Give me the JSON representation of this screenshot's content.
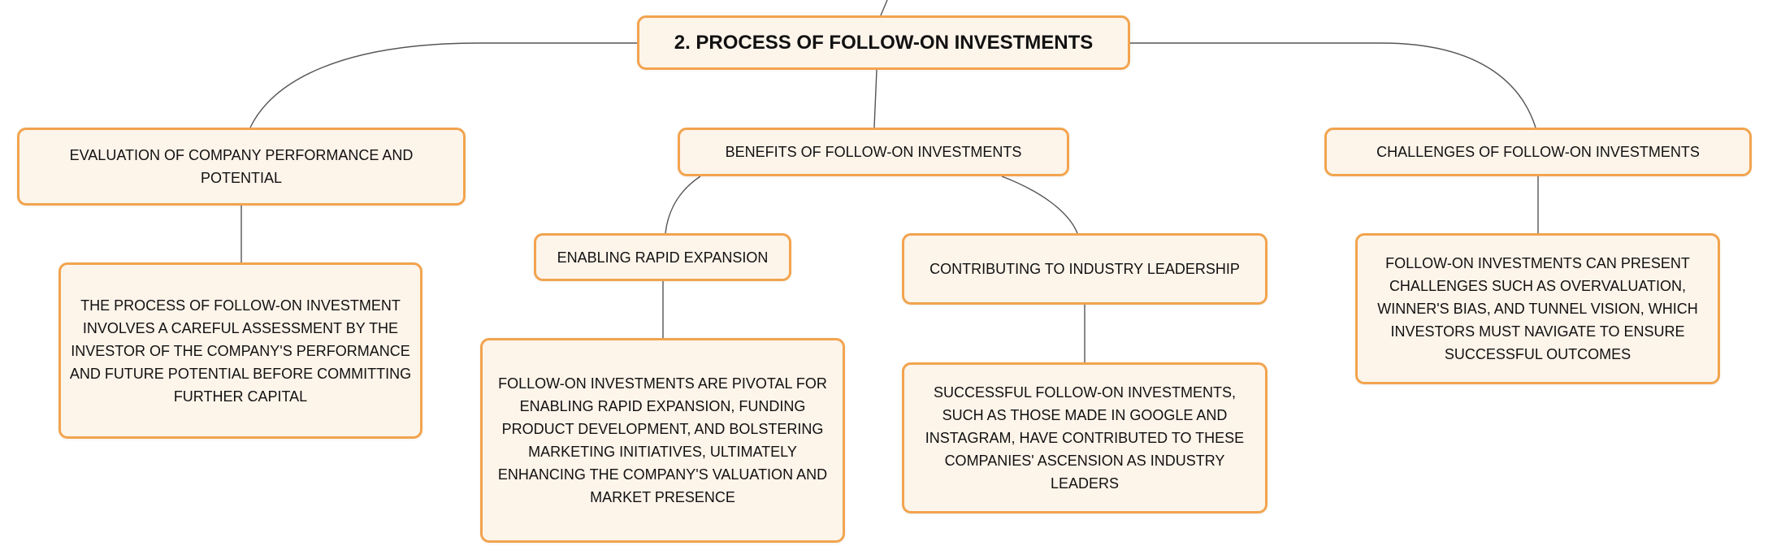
{
  "root": {
    "label": "2. PROCESS OF FOLLOW-ON INVESTMENTS"
  },
  "branches": {
    "evaluation": {
      "label": "EVALUATION OF COMPANY PERFORMANCE AND POTENTIAL",
      "detail": "THE PROCESS OF FOLLOW-ON INVESTMENT INVOLVES A CAREFUL ASSESSMENT BY THE INVESTOR OF THE COMPANY'S PERFORMANCE AND FUTURE POTENTIAL BEFORE COMMITTING FURTHER CAPITAL"
    },
    "benefits": {
      "label": "BENEFITS OF FOLLOW-ON INVESTMENTS",
      "children": [
        {
          "label": "ENABLING RAPID EXPANSION",
          "detail": "FOLLOW-ON INVESTMENTS ARE PIVOTAL FOR ENABLING RAPID EXPANSION, FUNDING PRODUCT DEVELOPMENT, AND BOLSTERING MARKETING INITIATIVES, ULTIMATELY ENHANCING THE COMPANY'S VALUATION AND MARKET PRESENCE"
        },
        {
          "label": "CONTRIBUTING TO INDUSTRY LEADERSHIP",
          "detail": "SUCCESSFUL FOLLOW-ON INVESTMENTS, SUCH AS THOSE MADE IN GOOGLE AND INSTAGRAM, HAVE CONTRIBUTED TO THESE COMPANIES' ASCENSION AS INDUSTRY LEADERS"
        }
      ]
    },
    "challenges": {
      "label": "CHALLENGES OF FOLLOW-ON INVESTMENTS",
      "detail": "FOLLOW-ON INVESTMENTS CAN PRESENT CHALLENGES SUCH AS OVERVALUATION, WINNER'S BIAS, AND TUNNEL VISION, WHICH INVESTORS MUST NAVIGATE TO ENSURE SUCCESSFUL OUTCOMES"
    }
  },
  "colors": {
    "border": "#f2a44e",
    "fill": "#fdf4ea",
    "connector": "#555555"
  }
}
